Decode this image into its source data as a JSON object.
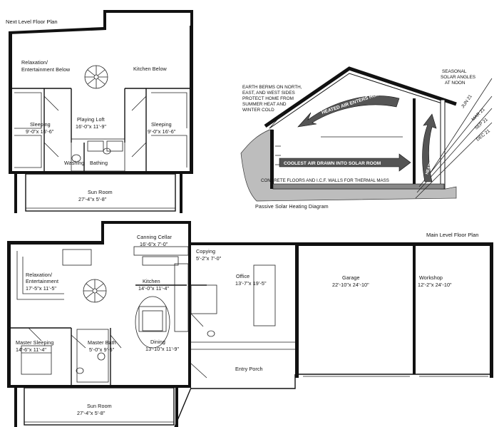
{
  "upper": {
    "title": "Next Level Floor Plan",
    "relax_line1": "Relaxation/",
    "relax_line2": "Entertainment Below",
    "kitchen_below": "Kitchen Below",
    "loft_name": "Playing Loft",
    "loft_dim": "16'-0\"x 11'-9\"",
    "sleep_left_name": "Sleeping",
    "sleep_left_dim": "9'-0\"x 16'-6\"",
    "sleep_right_name": "Sleeping",
    "sleep_right_dim": "9'-0\"x 16'-6\"",
    "washing": "Washing",
    "bathing": "Bathing",
    "sun_name": "Sun Room",
    "sun_dim": "27'-4\"x 5'-8\""
  },
  "solar": {
    "caption": "Passive Solar Heating Diagram",
    "berm_line1": "EARTH BERMS ON NORTH,",
    "berm_line2": "EAST, AND WEST SIDES",
    "berm_line3": "PROTECT HOME FROM",
    "berm_line4": "SUMMER HEAT AND",
    "berm_line5": "WINTER COLD",
    "seasonal_line1": "SEASONAL",
    "seasonal_line2": "SOLAR ANGLES",
    "seasonal_line3": "AT NOON",
    "heated_enters": "HEATED AIR ENTERS HOME",
    "cool_air": "COOLEST AIR DRAWN INTO SOLAR ROOM",
    "heated_rises": "HEATED AIR RISES",
    "concrete": "CONCRETE FLOORS AND I.C.F. WALLS FOR THERMAL MASS",
    "angle_labels": [
      "JUN 21",
      "MAR 21",
      "SEP 21",
      "DEC 21"
    ]
  },
  "main": {
    "title": "Main Level Floor Plan",
    "canning_name": "Canning Cellar",
    "canning_dim": "16'-6\"x 7'-0\"",
    "copying_name": "Copying",
    "copying_dim": "5'-2\"x 7'-0\"",
    "office_name": "Office",
    "office_dim": "13'-7\"x 19'-5\"",
    "garage_name": "Garage",
    "garage_dim": "22'-10\"x 24'-10\"",
    "workshop_name": "Workshop",
    "workshop_dim": "12'-2\"x 24'-10\"",
    "relax_line1": "Relaxation/",
    "relax_line2": "Entertainment",
    "relax_dim": "17'-5\"x 11'-5\"",
    "kitchen_name": "Kitchen",
    "kitchen_dim": "14'-0\"x 11'-4\"",
    "master_sleep_name": "Master Sleeping",
    "master_sleep_dim": "14'-6\"x 11'-4\"",
    "master_bath_name": "Master Bath",
    "master_bath_dim": "5'-0\"x 9'-5\"",
    "dining_name": "Dining",
    "dining_dim": "13'-10\"x 11'-9\"",
    "entry_porch": "Entry Porch",
    "sun_name": "Sun Room",
    "sun_dim": "27'-4\"x 5'-8\""
  }
}
